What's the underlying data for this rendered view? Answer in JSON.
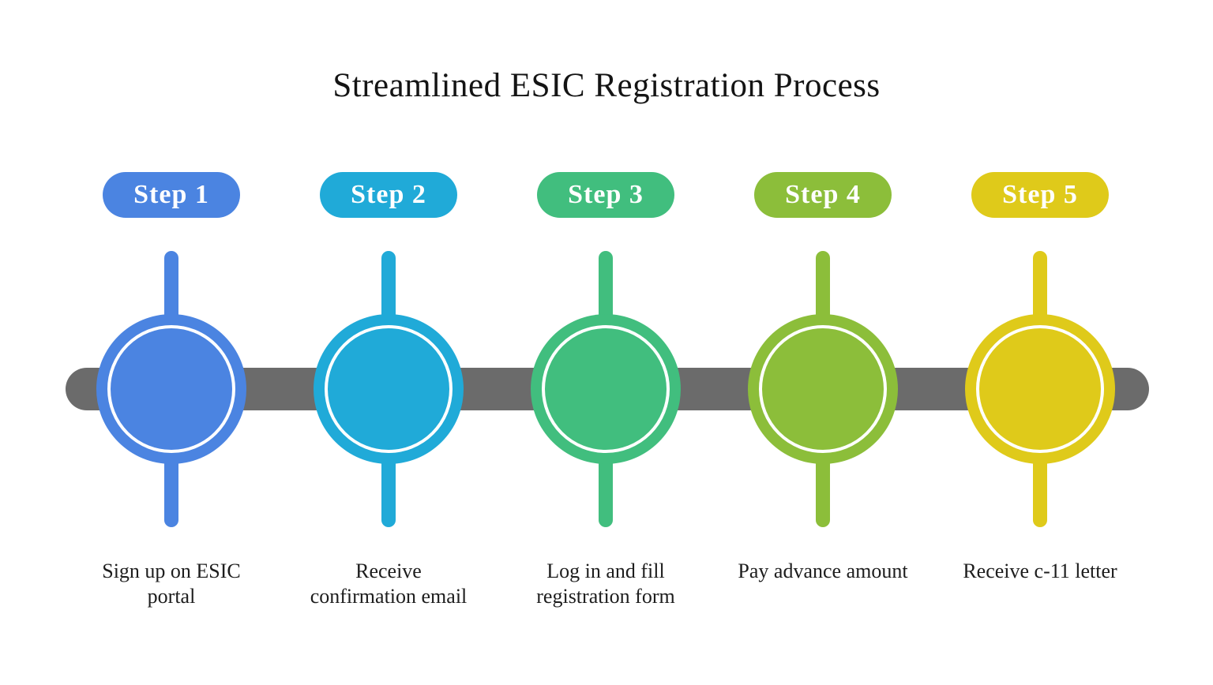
{
  "title": "Streamlined ESIC Registration Process",
  "timeline": {
    "bar_color": "#6b6b6b"
  },
  "steps": [
    {
      "label": "Step 1",
      "color": "#4b84e1",
      "description": "Sign up on ESIC\nportal"
    },
    {
      "label": "Step 2",
      "color": "#20aad8",
      "description": "Receive\nconfirmation email"
    },
    {
      "label": "Step 3",
      "color": "#41be7e",
      "description": "Log in and fill\nregistration form"
    },
    {
      "label": "Step 4",
      "color": "#8cbe3a",
      "description": "Pay advance amount"
    },
    {
      "label": "Step 5",
      "color": "#dfca1a",
      "description": "Receive c-11 letter"
    }
  ]
}
